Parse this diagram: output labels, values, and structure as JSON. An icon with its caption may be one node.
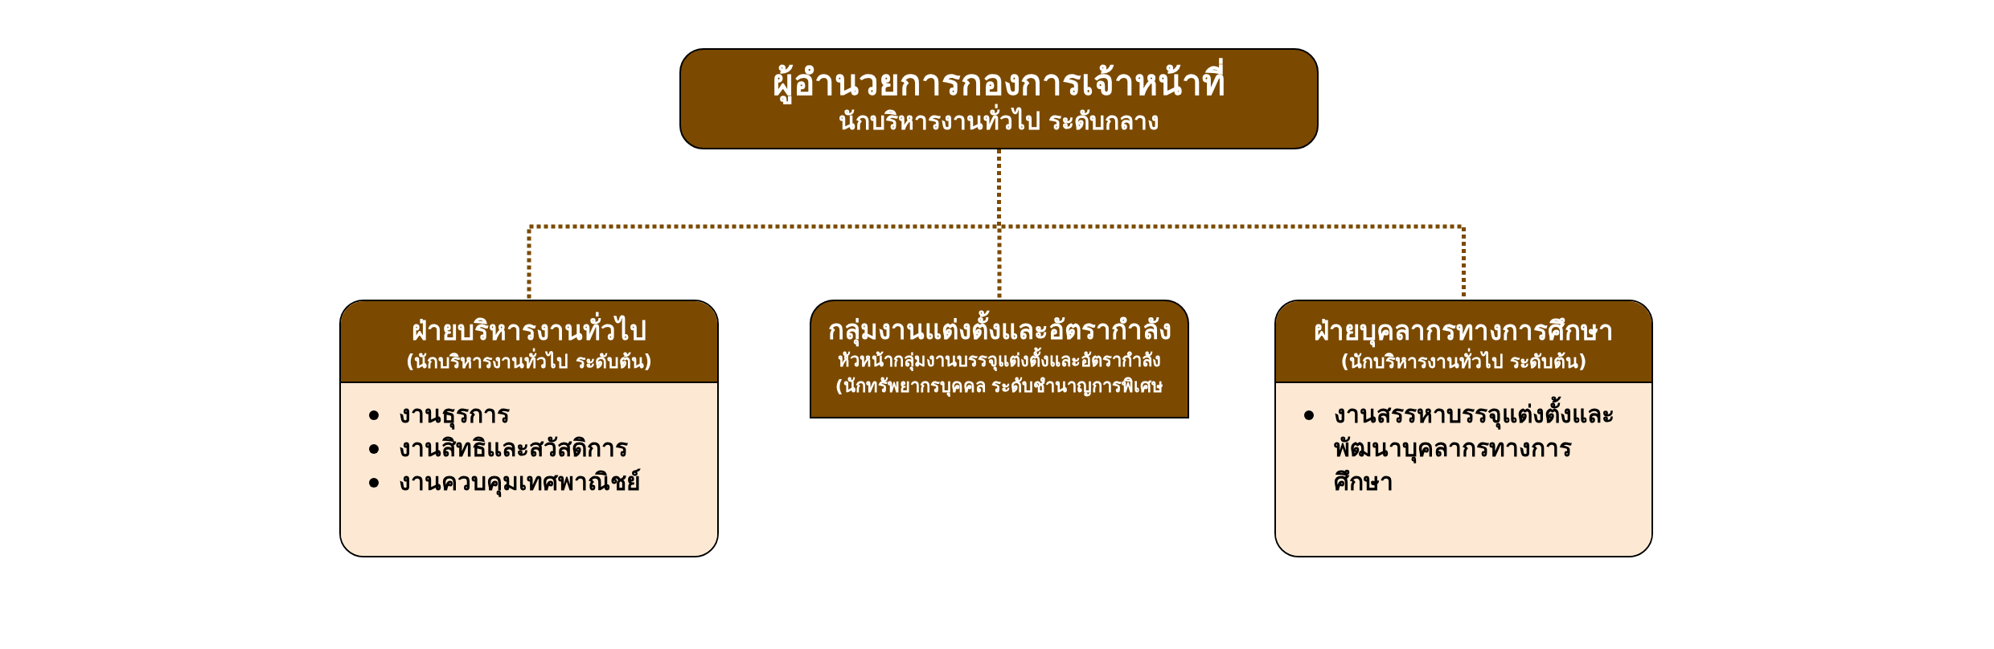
{
  "diagram": {
    "nodes": [
      {
        "text": [
          "ผู้อำนวยการกองการเจ้าหน้าที่",
          "นักบริหารงานทั่วไป ระดับกลาง"
        ]
      },
      {
        "text": [
          "ฝ่ายบริหารงานทั่วไป",
          "(นักบริหารงานทั่วไป ระดับต้น)",
          "งานธุรการ",
          "งานสิทธิและสวัสดิการ",
          "งานควบคุมเทศพาณิชย์"
        ]
      },
      {
        "text": [
          "กลุ่มงานแต่งตั้งและอัตรากำลัง",
          "หัวหน้ากลุ่มงานบรรจุแต่งตั้งและอัตรากำลัง",
          "(นักทรัพยากรบุคคล ระดับชำนาญการพิเศษ"
        ]
      },
      {
        "text": [
          "ฝ่ายบุคลากรทางการศึกษา",
          "(นักบริหารงานทั่วไป ระดับต้น)",
          "งานสรรหาบรรจุแต่งตั้งและพัฒนาบุคลากรทางการศึกษา"
        ]
      }
    ],
    "edges": [
      {
        "from": 0,
        "to": 1,
        "arrow": "none",
        "style": "dashed"
      },
      {
        "from": 0,
        "to": 2,
        "arrow": "none",
        "style": "dashed"
      },
      {
        "from": 0,
        "to": 3,
        "arrow": "none",
        "style": "dashed"
      }
    ]
  }
}
